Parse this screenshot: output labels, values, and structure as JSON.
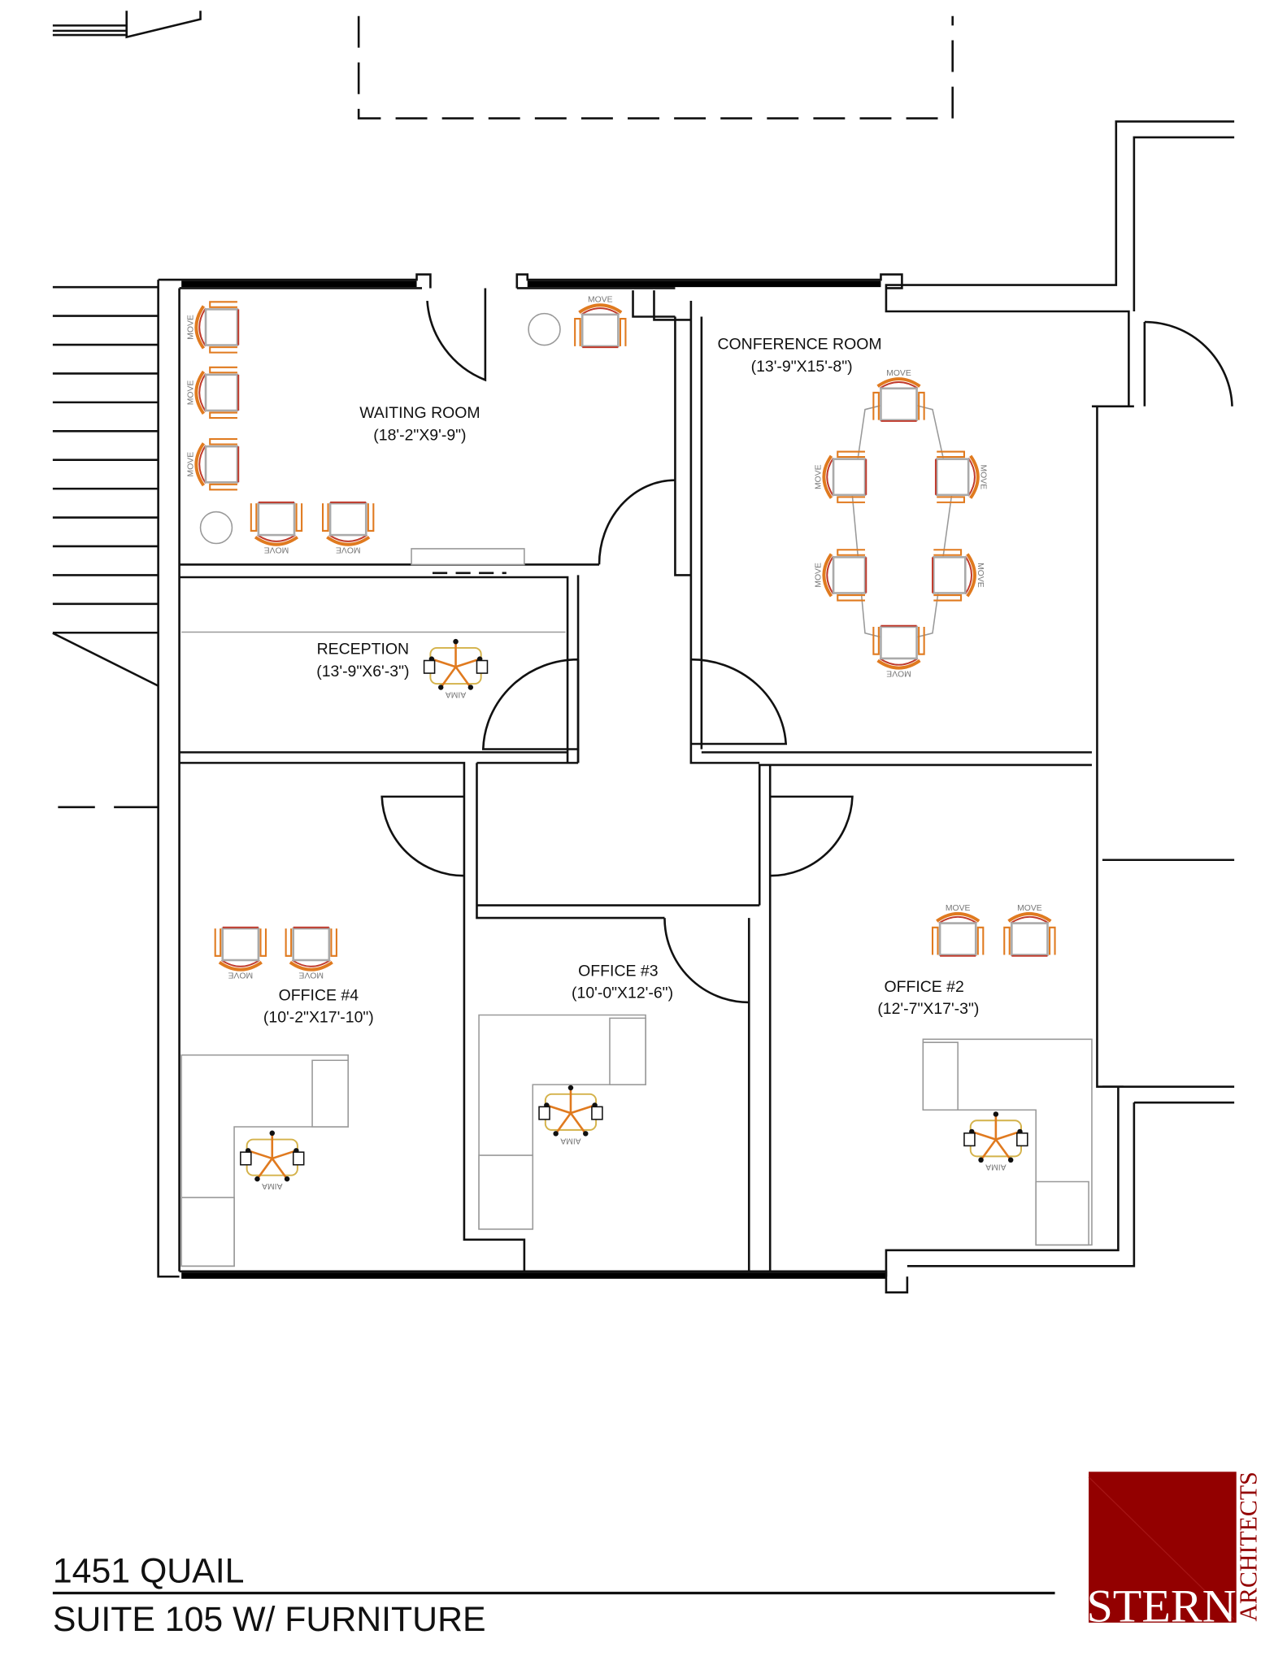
{
  "rooms": {
    "waiting": {
      "name": "WAITING ROOM",
      "size": "(18'-2\"X9'-9\")"
    },
    "conference": {
      "name": "CONFERENCE ROOM",
      "size": "(13'-9\"X15'-8\")"
    },
    "reception": {
      "name": "RECEPTION",
      "size": "(13'-9\"X6'-3\")"
    },
    "office4": {
      "name": "OFFICE #4",
      "size": "(10'-2\"X17'-10\")"
    },
    "office3": {
      "name": "OFFICE #3",
      "size": "(10'-0\"X12'-6\")"
    },
    "office2": {
      "name": "OFFICE #2",
      "size": "(12'-7\"X17'-3\")"
    }
  },
  "furniture": {
    "chair_label": "MOVE",
    "task_chair_label": "AIMA"
  },
  "title_block": {
    "address": "1451 QUAIL",
    "subtitle": "SUITE 105 W/ FURNITURE"
  },
  "logo": {
    "name": "STERN",
    "tagline": "ARCHITECTS",
    "color": "#930000"
  },
  "colors": {
    "chair_outer": "#e07a1f",
    "chair_inner": "#c0392b",
    "wall": "#111111"
  }
}
